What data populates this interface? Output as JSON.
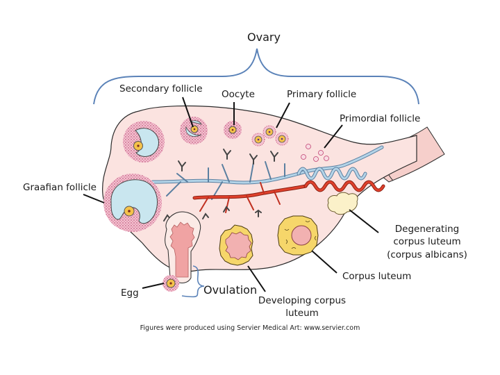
{
  "title": "Ovary",
  "labels": {
    "secondary_follicle": "Secondary follicle",
    "oocyte": "Oocyte",
    "primary_follicle": "Primary follicle",
    "primordial_follicle": "Primordial follicle",
    "graafian_follicle": "Graafian follicle",
    "degenerating_line1": "Degenerating",
    "degenerating_line2": "corpus luteum",
    "degenerating_line3": "(corpus albicans)",
    "corpus_luteum": "Corpus luteum",
    "egg": "Egg",
    "ovulation": "Ovulation",
    "developing_line1": "Developing corpus",
    "developing_line2": "luteum"
  },
  "credit": "Figures were produced using Servier Medical Art: www.servier.com",
  "colors": {
    "ovary_fill": "#fbe3e0",
    "ovary_outline": "#2a2a2a",
    "granulosa": "#f0b8c8",
    "granulosa_dots": "#b03060",
    "antrum": "#c9e6ef",
    "oocyte_fill": "#f5c24a",
    "oocyte_nucleus": "#7a2a20",
    "vein": "#8fb8d4",
    "artery": "#e0412c",
    "corpus_luteum": "#f6d66a",
    "corpus_core": "#f2b1b1",
    "albicans": "#fbf1c9",
    "bracket": "#5a82b8"
  }
}
